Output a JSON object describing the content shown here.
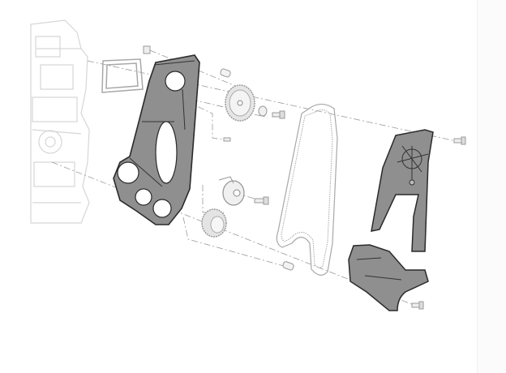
{
  "diagram": {
    "title": "",
    "colors": {
      "part_fill": "#8f8f8f",
      "part_outline": "#2a2a2a",
      "ghost_line": "#d4d4d4",
      "light_part": "#b8b8b8",
      "axis_line": "#9a9a9a"
    },
    "parts": [
      "engine-block-ghost",
      "gasket",
      "rear-timing-cover",
      "camshaft-pulley",
      "tensioner-pulley",
      "crankshaft-gear",
      "timing-belt",
      "upper-timing-cover",
      "lower-timing-cover"
    ]
  }
}
